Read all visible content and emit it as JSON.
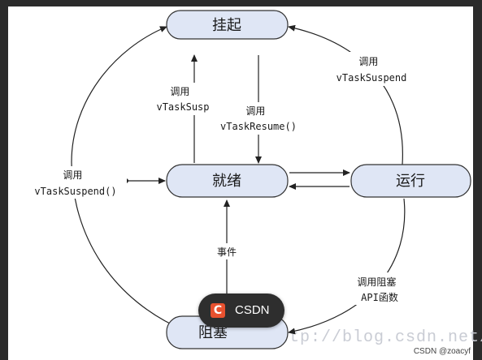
{
  "states": {
    "suspended": "挂起",
    "ready": "就绪",
    "running": "运行",
    "blocked": "阻塞"
  },
  "edges": {
    "ready_to_suspended": [
      "调用",
      "vTaskSusp"
    ],
    "suspended_to_ready": [
      "调用",
      "vTaskResume()"
    ],
    "running_to_suspended": [
      "调用",
      "vTaskSuspend"
    ],
    "blocked_to_suspended": [
      "调用",
      "vTaskSuspend()"
    ],
    "blocked_to_ready": "事件",
    "running_to_blocked": [
      "调用阻塞",
      "API函数"
    ]
  },
  "watermark": "http://blog.csdn.net/",
  "badge": {
    "logo": "C",
    "text": "CSDN"
  },
  "credit": "CSDN @zoacyf",
  "colors": {
    "state_fill": "#dfe6f5",
    "state_stroke": "#333333",
    "line": "#222222",
    "badge_logo": "#e8512f"
  }
}
